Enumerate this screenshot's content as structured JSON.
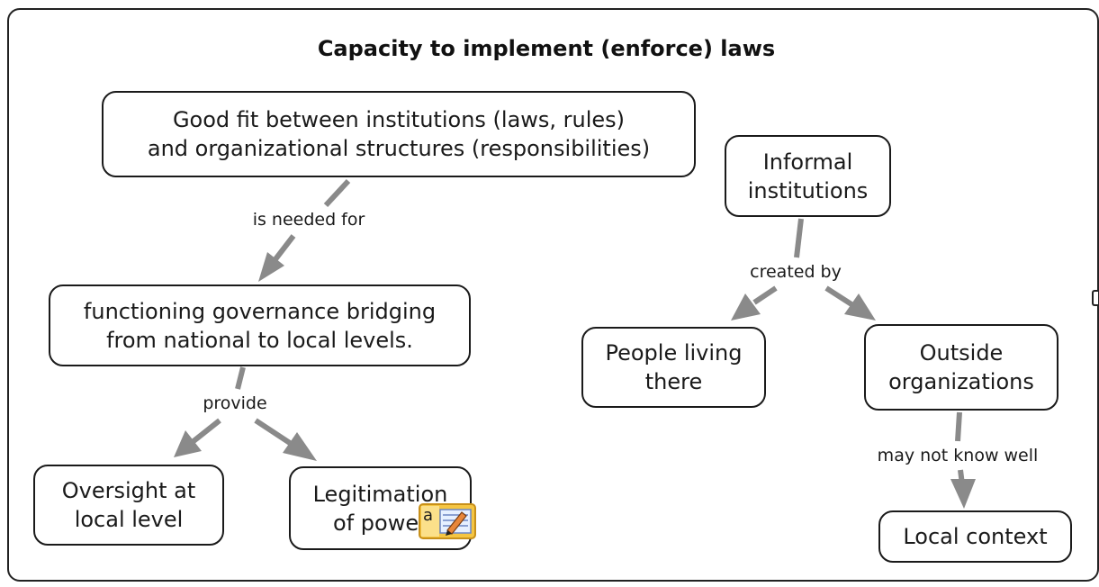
{
  "title": "Capacity to implement (enforce) laws",
  "concepts": {
    "good_fit": "Good fit between institutions (laws, rules)\nand organizational structures (responsibilities)",
    "functioning_governance": "functioning governance bridging\nfrom national to local levels.",
    "oversight": "Oversight at\nlocal level",
    "legitimation": "Legitimation\nof power",
    "informal_institutions": "Informal\ninstitutions",
    "people_living": "People living\nthere",
    "outside_orgs": "Outside\norganizations",
    "local_context": "Local context"
  },
  "links": {
    "is_needed_for": "is needed for",
    "provide": "provide",
    "created_by": "created by",
    "may_not_know_well": "may not know well"
  },
  "icons": {
    "resource_icon": "note-edit-icon",
    "edge_handle": "panel-handle-icon"
  },
  "colors": {
    "arrow": "#8a8a8a",
    "border": "#1a1a1a",
    "icon_fill": "#f5c542",
    "icon_stroke": "#c8901a"
  }
}
